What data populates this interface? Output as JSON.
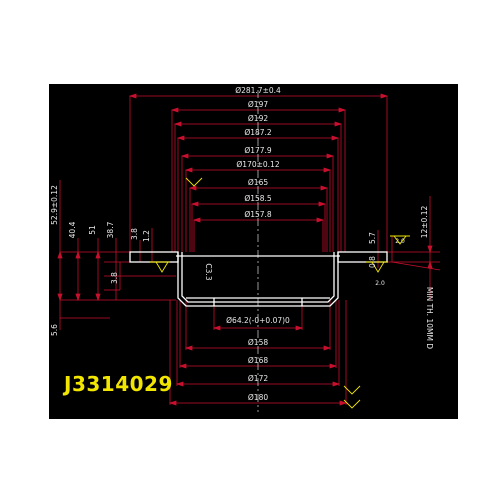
{
  "part_number": "J3314029",
  "colors": {
    "background": "#000000",
    "dimension_line": "#c8102e",
    "part_outline": "#ffffff",
    "text": "#e8e8e8",
    "part_number": "#f2e600",
    "surface_symbol": "#f2e600"
  },
  "dimensions_top": [
    "Ø281.7±0.4",
    "Ø197",
    "Ø192",
    "Ø187.2",
    "Ø177.9",
    "Ø170±0.12",
    "Ø165",
    "Ø158.5",
    "Ø157.8"
  ],
  "dimensions_bottom": [
    "Ø64.2(-0+0.07)0",
    "Ø158",
    "Ø168",
    "Ø172",
    "Ø180"
  ],
  "dimensions_left": [
    "52.9±0.12",
    "40.4",
    "51",
    "38.7",
    "3.8",
    "1.2",
    "3.8",
    "5.6"
  ],
  "dimensions_right": [
    "5.7",
    "0.8",
    "12±0.12"
  ],
  "chamfer_label": "C3.3",
  "surface_finish": [
    "2.0",
    "2.0"
  ],
  "min_thickness_note": "MIN TH. 10MM D"
}
